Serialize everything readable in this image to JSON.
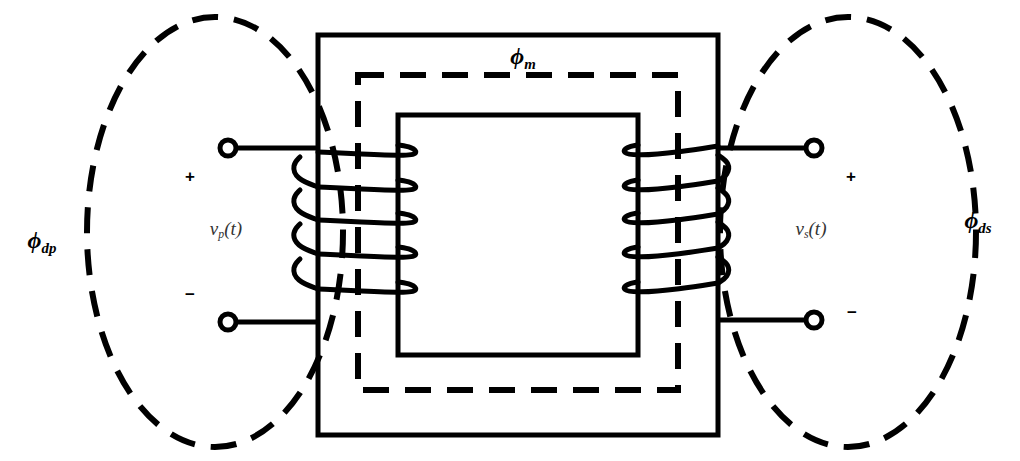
{
  "diagram": {
    "labels": [
      "ϕm",
      "+",
      "vp(t)",
      "−",
      "ϕdp",
      "+",
      "vs(t)",
      "−",
      "ϕds"
    ]
  }
}
